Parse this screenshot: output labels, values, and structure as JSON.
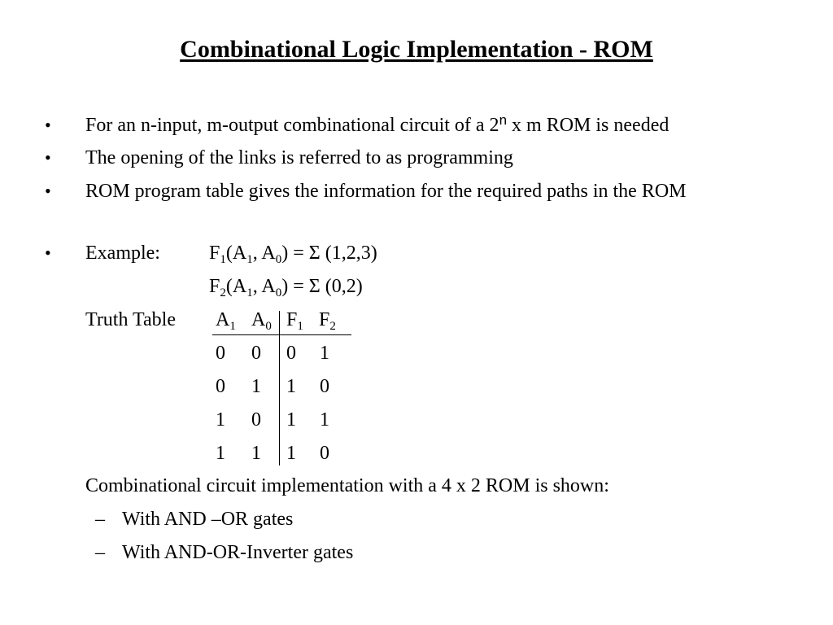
{
  "title": "Combinational Logic Implementation - ROM",
  "bullet_char": "•",
  "dash_char": "–",
  "bullets": {
    "b1_pre": "For an n-input, m-output combinational circuit of a 2",
    "b1_sup": "n",
    "b1_post": " x m ROM is needed",
    "b2": "The opening of the links is referred to as programming",
    "b3": "ROM program table gives the information for the required paths in the ROM",
    "b4_label": "Example:"
  },
  "example": {
    "f1": {
      "f": "F",
      "f_sub": "1",
      "a": "(A",
      "a1_sub": "1",
      "mid": ", A",
      "a0_sub": "0",
      "rhs": ") = Σ (1,2,3)"
    },
    "f2": {
      "f": "F",
      "f_sub": "2",
      "a": "(A",
      "a1_sub": "1",
      "mid": ", A",
      "a0_sub": "0",
      "rhs": ") = Σ (0,2)"
    }
  },
  "truth_table": {
    "label": "Truth Table",
    "headers": [
      {
        "base": "A",
        "sub": "1"
      },
      {
        "base": "A",
        "sub": "0"
      },
      {
        "base": "F",
        "sub": "1"
      },
      {
        "base": "F",
        "sub": "2"
      }
    ],
    "rows": [
      [
        "0",
        "0",
        "0",
        "1"
      ],
      [
        "0",
        "1",
        "1",
        "0"
      ],
      [
        "1",
        "0",
        "1",
        "1"
      ],
      [
        "1",
        "1",
        "1",
        "0"
      ]
    ]
  },
  "implementation": {
    "text": "Combinational circuit implementation with a 4 x 2 ROM is shown:",
    "items": [
      "With AND –OR gates",
      "With AND-OR-Inverter gates"
    ]
  }
}
